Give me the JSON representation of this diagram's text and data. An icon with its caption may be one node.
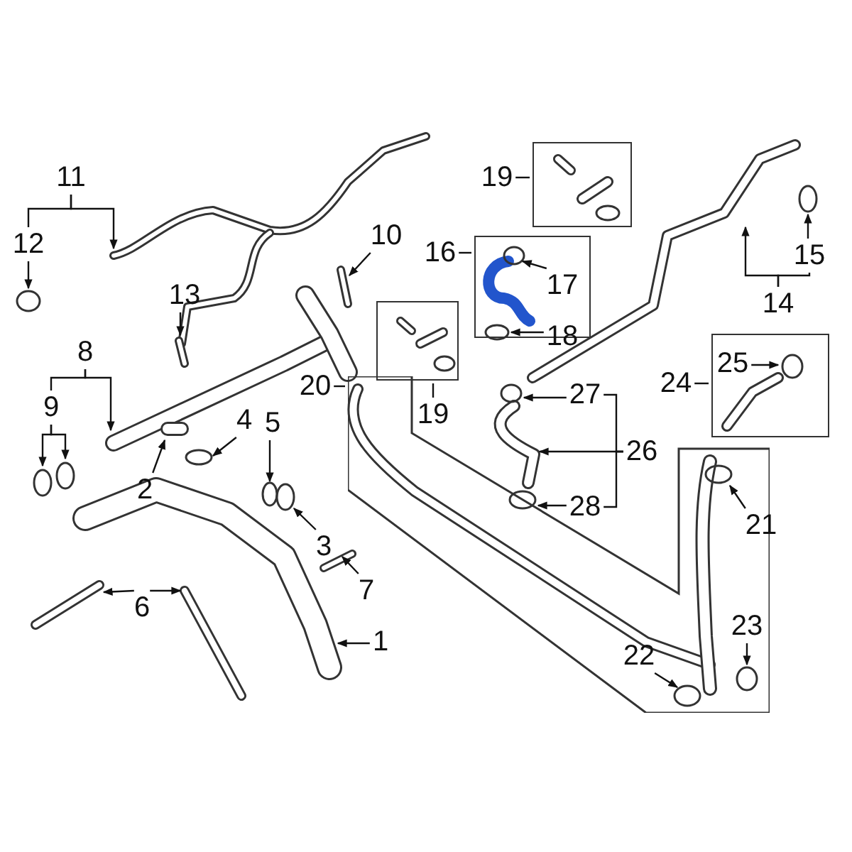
{
  "diagram": {
    "nodes": [
      {
        "text": [
          "11"
        ]
      },
      {
        "text": [
          "12"
        ]
      },
      {
        "text": [
          "13"
        ]
      },
      {
        "text": [
          "10"
        ]
      },
      {
        "text": [
          "8"
        ]
      },
      {
        "text": [
          "9"
        ]
      },
      {
        "text": [
          "2"
        ]
      },
      {
        "text": [
          "4"
        ]
      },
      {
        "text": [
          "5"
        ]
      },
      {
        "text": [
          "3"
        ]
      },
      {
        "text": [
          "7"
        ]
      },
      {
        "text": [
          "6"
        ]
      },
      {
        "text": [
          "1"
        ]
      },
      {
        "text": [],
        "shape": "box"
      },
      {
        "text": [
          "19"
        ]
      },
      {
        "text": [],
        "shape": "box"
      },
      {
        "text": [
          "16"
        ]
      },
      {
        "text": [
          "17"
        ],
        "in": 15
      },
      {
        "text": [
          "18"
        ],
        "in": 15
      },
      {
        "text": [],
        "shape": "box"
      },
      {
        "text": [
          "19"
        ]
      },
      {
        "text": [
          "14"
        ]
      },
      {
        "text": [
          "15"
        ]
      },
      {
        "text": [],
        "shape": "box"
      },
      {
        "text": [
          "24"
        ]
      },
      {
        "text": [
          "25"
        ],
        "in": 23
      },
      {
        "text": [],
        "shape": "box"
      },
      {
        "text": [
          "20"
        ]
      },
      {
        "text": [
          "27"
        ]
      },
      {
        "text": [
          "26"
        ]
      },
      {
        "text": [
          "28"
        ]
      },
      {
        "text": [
          "21"
        ],
        "in": 26
      },
      {
        "text": [
          "22"
        ],
        "in": 26
      },
      {
        "text": [
          "23"
        ],
        "in": 26
      }
    ],
    "edges": [
      {
        "from": 0,
        "to": 1,
        "arrow": "none"
      },
      {
        "from": 0,
        "to": null,
        "arrow": "to"
      },
      {
        "from": 1,
        "to": null,
        "arrow": "to"
      },
      {
        "from": 2,
        "to": null,
        "arrow": "to"
      },
      {
        "from": 3,
        "to": null,
        "arrow": "to"
      },
      {
        "from": 4,
        "to": 5,
        "arrow": "none"
      },
      {
        "from": 4,
        "to": null,
        "arrow": "to"
      },
      {
        "from": 5,
        "to": null,
        "arrow": "to"
      },
      {
        "from": 5,
        "to": null,
        "arrow": "to"
      },
      {
        "from": 6,
        "to": null,
        "arrow": "to"
      },
      {
        "from": 7,
        "to": null,
        "arrow": "to"
      },
      {
        "from": 8,
        "to": null,
        "arrow": "to"
      },
      {
        "from": 9,
        "to": null,
        "arrow": "to"
      },
      {
        "from": 10,
        "to": null,
        "arrow": "to"
      },
      {
        "from": 11,
        "to": null,
        "arrow": "to"
      },
      {
        "from": 11,
        "to": null,
        "arrow": "to"
      },
      {
        "from": 12,
        "to": null,
        "arrow": "to"
      },
      {
        "from": 14,
        "to": 13,
        "arrow": "none"
      },
      {
        "from": 16,
        "to": 15,
        "arrow": "none"
      },
      {
        "from": 17,
        "to": null,
        "arrow": "to"
      },
      {
        "from": 18,
        "to": null,
        "arrow": "to"
      },
      {
        "from": 20,
        "to": 19,
        "arrow": "none"
      },
      {
        "from": 21,
        "to": null,
        "arrow": "to"
      },
      {
        "from": 21,
        "to": 22,
        "arrow": "none"
      },
      {
        "from": 22,
        "to": null,
        "arrow": "to"
      },
      {
        "from": 24,
        "to": 23,
        "arrow": "none"
      },
      {
        "from": 25,
        "to": null,
        "arrow": "to"
      },
      {
        "from": 27,
        "to": 26,
        "arrow": "none"
      },
      {
        "from": 28,
        "to": null,
        "arrow": "to"
      },
      {
        "from": 29,
        "to": 28,
        "arrow": "none"
      },
      {
        "from": 29,
        "to": 30,
        "arrow": "none"
      },
      {
        "from": 29,
        "to": null,
        "arrow": "to"
      },
      {
        "from": 30,
        "to": null,
        "arrow": "to"
      },
      {
        "from": 31,
        "to": null,
        "arrow": "to"
      },
      {
        "from": 32,
        "to": null,
        "arrow": "to"
      },
      {
        "from": 33,
        "to": null,
        "arrow": "to"
      }
    ]
  }
}
